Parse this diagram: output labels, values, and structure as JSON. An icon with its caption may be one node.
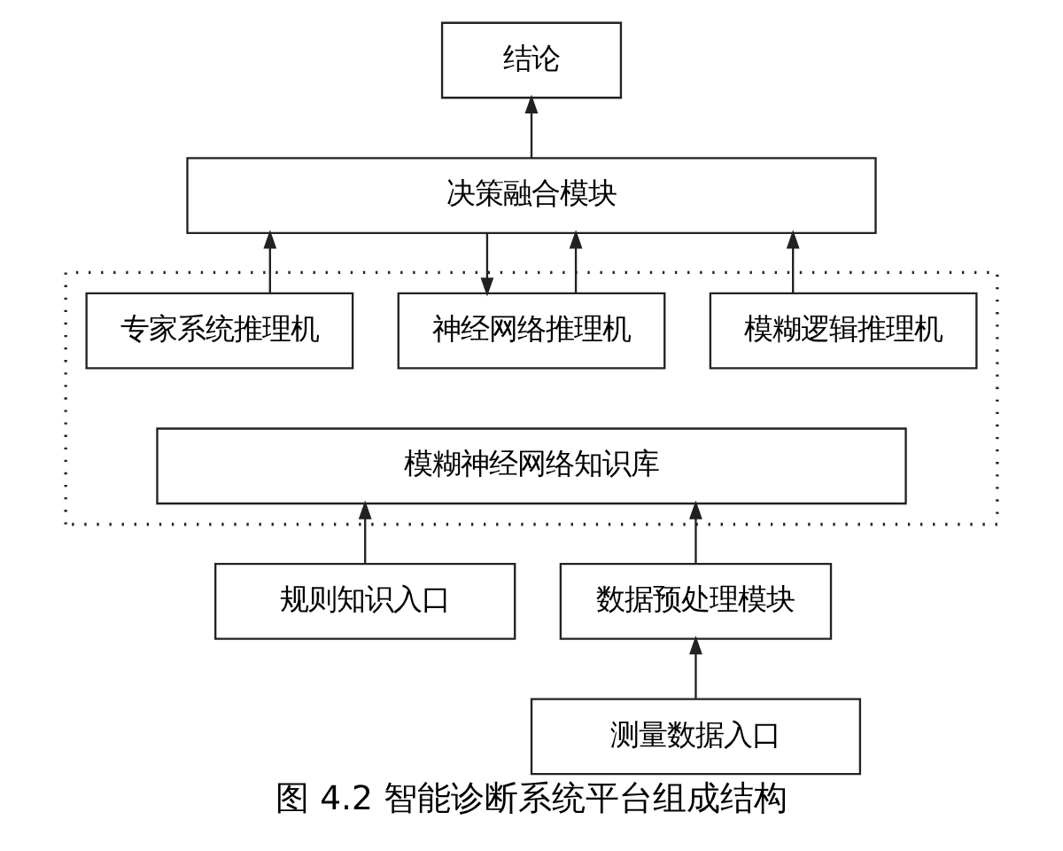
{
  "diagram": {
    "caption": "图 4.2 智能诊断系统平台组成结构",
    "nodes": [
      {
        "text": [
          "结论"
        ]
      },
      {
        "text": [
          "决策融合模块"
        ]
      },
      {
        "text": [],
        "shape": "box"
      },
      {
        "text": [
          "专家系统推理机"
        ],
        "in": 2
      },
      {
        "text": [
          "神经网络推理机"
        ],
        "in": 2
      },
      {
        "text": [
          "模糊逻辑推理机"
        ],
        "in": 2
      },
      {
        "text": [
          "模糊神经网络知识库"
        ],
        "in": 2
      },
      {
        "text": [
          "规则知识入口"
        ]
      },
      {
        "text": [
          "数据预处理模块"
        ]
      },
      {
        "text": [
          "测量数据入口"
        ]
      }
    ],
    "edges": [
      {
        "from": 1,
        "to": 0,
        "arrow": "to"
      },
      {
        "from": 3,
        "to": 1,
        "arrow": "to"
      },
      {
        "from": 4,
        "to": 1,
        "arrow": "to"
      },
      {
        "from": 5,
        "to": 1,
        "arrow": "to"
      },
      {
        "from": 7,
        "to": 6,
        "arrow": "to"
      },
      {
        "from": 8,
        "to": 6,
        "arrow": "to"
      },
      {
        "from": 9,
        "to": 8,
        "arrow": "to"
      },
      {
        "from": 1,
        "to": 4,
        "arrow": "to"
      }
    ]
  }
}
